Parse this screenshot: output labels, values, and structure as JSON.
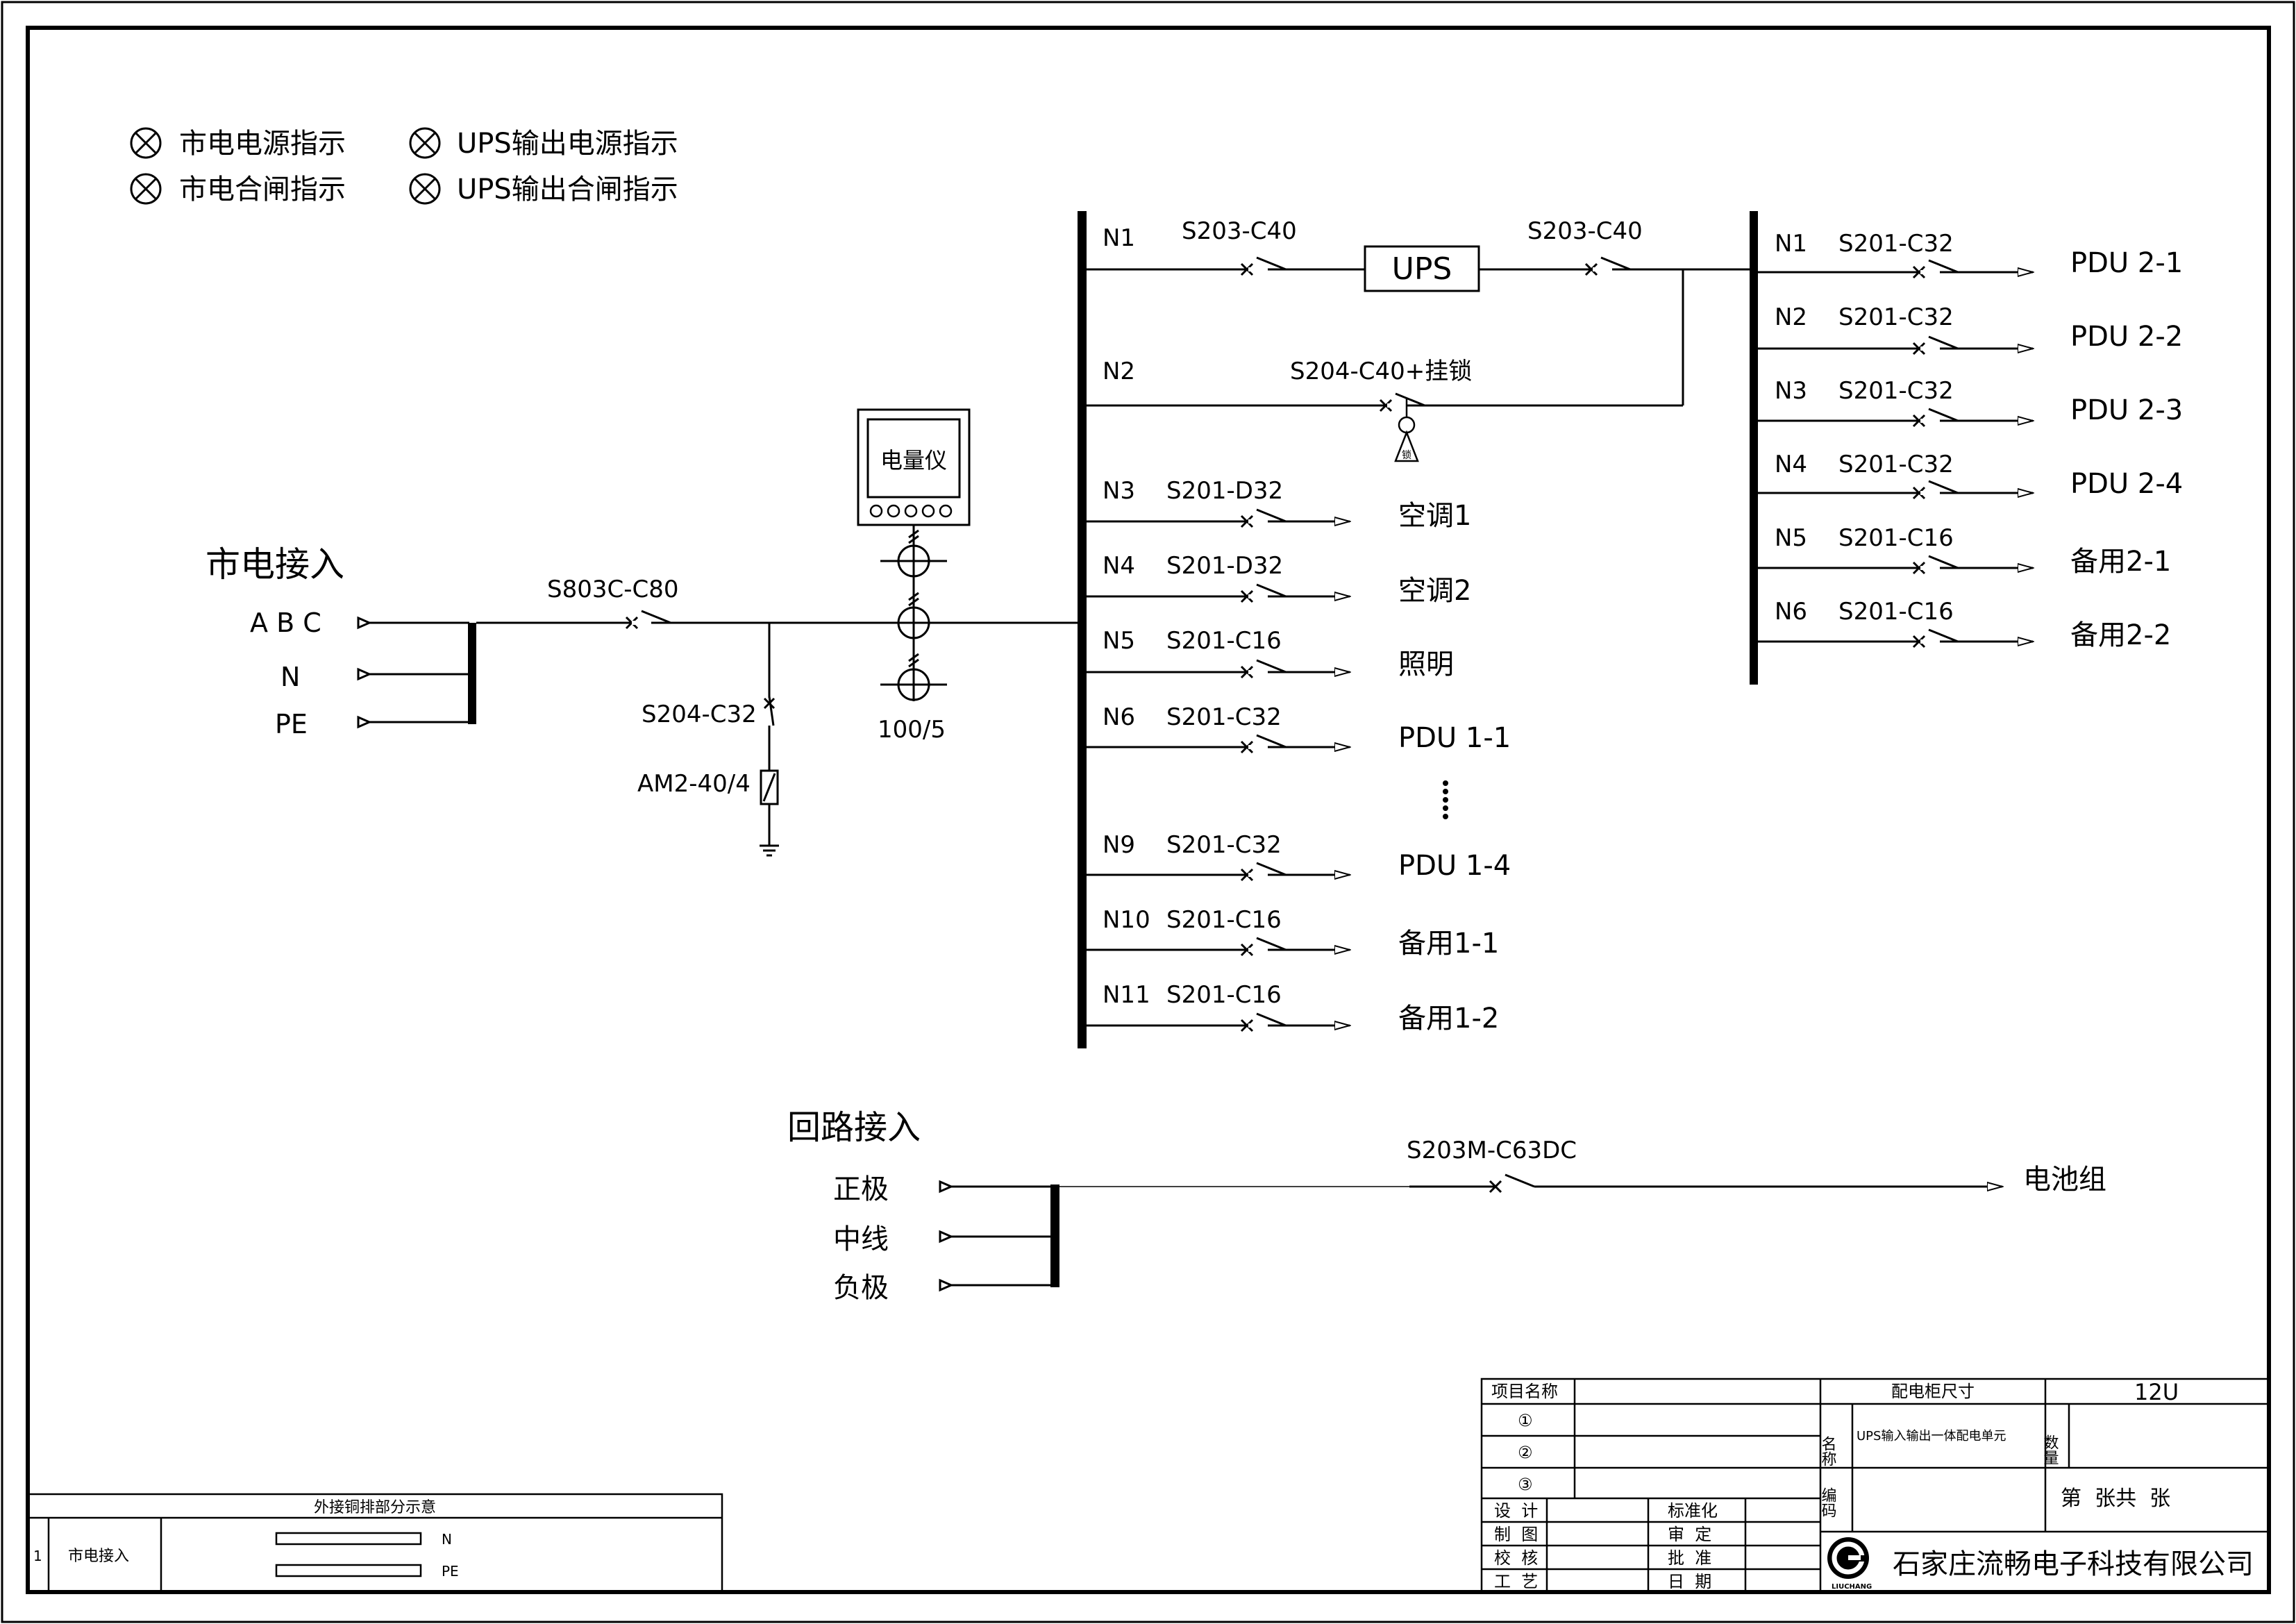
{
  "legend": [
    "市电电源指示",
    "UPS输出电源指示",
    "市电合闸指示",
    "UPS输出合闸指示"
  ],
  "mains": {
    "title": "市电接入",
    "inputs": [
      "A B C",
      "N",
      "PE"
    ],
    "main_breaker": "S803C-C80",
    "spd_breaker": "S204-C32",
    "spd": "AM2-40/4",
    "meter": "电量仪",
    "ct_ratio": "100/5"
  },
  "bus1": {
    "ups_in_breaker": "S203-C40",
    "ups_label": "UPS",
    "ups_out_breaker": "S203-C40",
    "bypass_breaker": "S204-C40+挂锁",
    "lock_mark": "锁",
    "circuits": [
      {
        "id": "N1",
        "breaker": "",
        "load": ""
      },
      {
        "id": "N2",
        "breaker": "",
        "load": ""
      },
      {
        "id": "N3",
        "breaker": "S201-D32",
        "load": "空调1"
      },
      {
        "id": "N4",
        "breaker": "S201-D32",
        "load": "空调2"
      },
      {
        "id": "N5",
        "breaker": "S201-C16",
        "load": "照明"
      },
      {
        "id": "N6",
        "breaker": "S201-C32",
        "load": "PDU 1-1"
      },
      {
        "id": "N9",
        "breaker": "S201-C32",
        "load": "PDU 1-4"
      },
      {
        "id": "N10",
        "breaker": "S201-C16",
        "load": "备用1-1"
      },
      {
        "id": "N11",
        "breaker": "S201-C16",
        "load": "备用1-2"
      }
    ]
  },
  "bus2": {
    "circuits": [
      {
        "id": "N1",
        "breaker": "S201-C32",
        "load": "PDU 2-1"
      },
      {
        "id": "N2",
        "breaker": "S201-C32",
        "load": "PDU 2-2"
      },
      {
        "id": "N3",
        "breaker": "S201-C32",
        "load": "PDU 2-3"
      },
      {
        "id": "N4",
        "breaker": "S201-C32",
        "load": "PDU 2-4"
      },
      {
        "id": "N5",
        "breaker": "S201-C16",
        "load": "备用2-1"
      },
      {
        "id": "N6",
        "breaker": "S201-C16",
        "load": "备用2-2"
      }
    ]
  },
  "dc": {
    "title": "回路接入",
    "inputs": [
      "正极",
      "中线",
      "负极"
    ],
    "breaker": "S203M-C63DC",
    "load": "电池组"
  },
  "copper_table": {
    "title": "外接铜排部分示意",
    "row_no": "1",
    "row_name": "市电接入",
    "bars": [
      "N",
      "PE"
    ]
  },
  "title_block": {
    "project_label": "项目名称",
    "rows": [
      "①",
      "②",
      "③"
    ],
    "cabinet_size_label": "配电柜尺寸",
    "cabinet_size": "12U",
    "name_label": "名称",
    "name_value": "UPS输入输出一体配电单元",
    "qty_label": "数量",
    "code_label": "编码",
    "sheet": "第  张共  张",
    "sign_left": [
      "设  计",
      "制  图",
      "校  核",
      "工  艺"
    ],
    "sign_mid": [
      "标准化",
      "审  定",
      "批  准",
      "日  期"
    ],
    "logo_text": "LIUCHANG",
    "company": "石家庄流畅电子科技有限公司"
  }
}
